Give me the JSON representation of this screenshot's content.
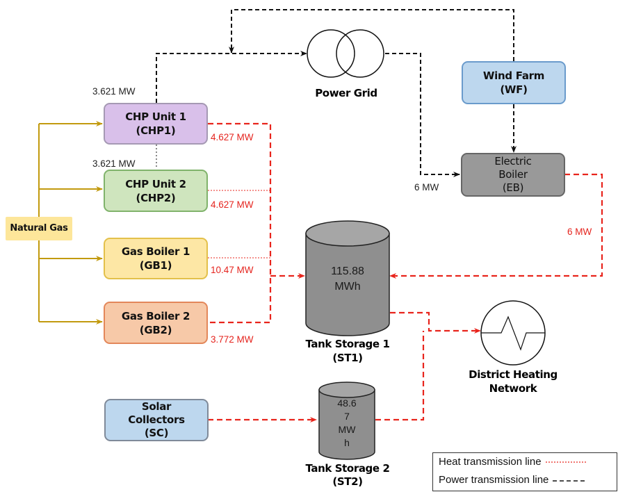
{
  "nodes": {
    "chp1": {
      "line1": "CHP Unit 1",
      "line2": "(CHP1)"
    },
    "chp2": {
      "line1": "CHP Unit 2",
      "line2": "(CHP2)"
    },
    "gb1": {
      "line1": "Gas Boiler 1",
      "line2": "(GB1)"
    },
    "gb2": {
      "line1": "Gas Boiler 2",
      "line2": "(GB2)"
    },
    "natural_gas": "Natural Gas",
    "wind_farm": {
      "line1": "Wind Farm",
      "line2": "(WF)"
    },
    "electric_boiler": {
      "line1": "Electric",
      "line2": "Boiler",
      "line3": "(EB)"
    },
    "solar": {
      "line1": "Solar",
      "line2": "Collectors",
      "line3": "(SC)"
    },
    "power_grid": "Power Grid",
    "tank1": {
      "value_line1": "115.88",
      "value_line2": "MWh",
      "title1": "Tank Storage 1",
      "title2": "(ST1)"
    },
    "tank2": {
      "value_lines": [
        "48.6",
        "7",
        "MW",
        "h"
      ],
      "title1": "Tank Storage 2",
      "title2": "(ST2)"
    },
    "dhn": {
      "title1": "District Heating",
      "title2": "Network"
    }
  },
  "flows": {
    "chp1_power": "3.621 MW",
    "chp2_power": "3.621 MW",
    "chp1_heat": "4.627 MW",
    "chp2_heat": "4.627 MW",
    "gb1_heat": "10.47 MW",
    "gb2_heat": "3.772 MW",
    "grid_to_eb": "6 MW",
    "eb_heat": "6 MW"
  },
  "legend": {
    "heat": "Heat transmission line",
    "power": "Power transmission line"
  },
  "colors": {
    "heat_line": "#e8241c",
    "power_line": "#111111",
    "gas_line": "#c29a0e",
    "chp1_fill": "#d9c0ea",
    "chp2_fill": "#cfe5be",
    "gb1_fill": "#fde7a5",
    "gb2_fill": "#f7c9a8",
    "blue_fill": "#bdd7ee",
    "grey_fill": "#999999",
    "natural_gas_fill": "#fde69a"
  }
}
